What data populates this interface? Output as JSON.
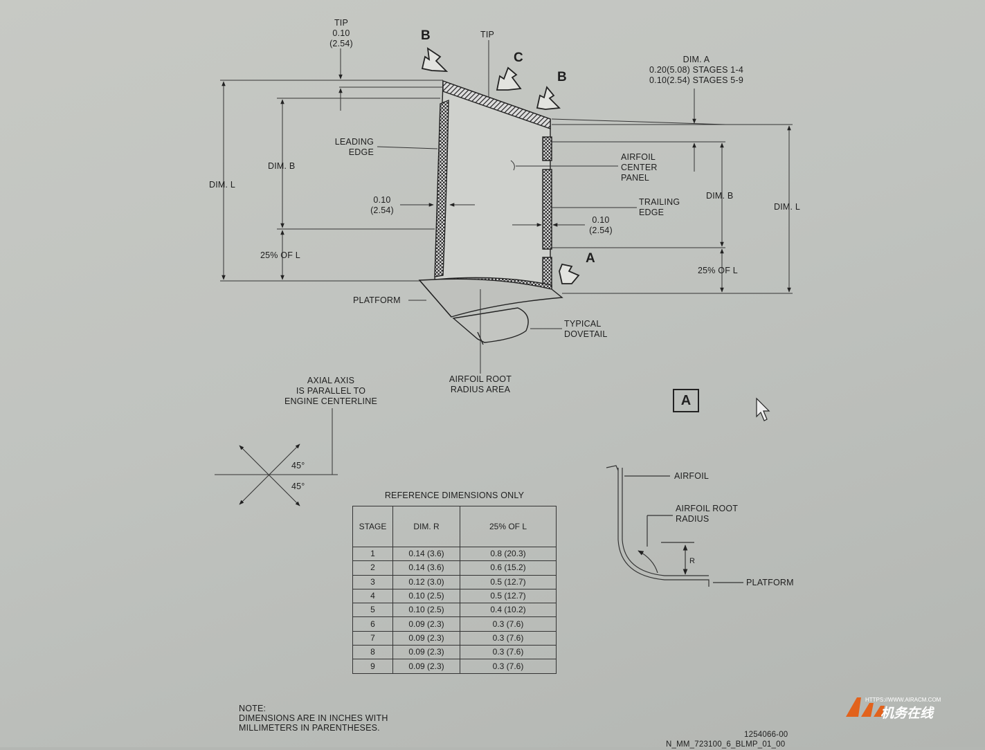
{
  "labels": {
    "tip_left": [
      "TIP",
      "0.10",
      "(2.54)"
    ],
    "tip_top": "TIP",
    "view_b": "B",
    "view_c": "C",
    "view_a": "A",
    "dim_a": [
      "DIM. A",
      "0.20(5.08) STAGES 1-4",
      "0.10(2.54) STAGES 5-9"
    ],
    "leading_edge": [
      "LEADING",
      "EDGE"
    ],
    "dim_b": "DIM. B",
    "dim_l": "DIM. L",
    "airfoil_center_panel": [
      "AIRFOIL",
      "CENTER",
      "PANEL"
    ],
    "thickness": [
      "0.10",
      "(2.54)"
    ],
    "trailing_edge": [
      "TRAILING",
      "EDGE"
    ],
    "quarter_l": "25% OF L",
    "platform": "PLATFORM",
    "typical_dovetail": [
      "TYPICAL",
      "DOVETAIL"
    ],
    "airfoil_root_radius_area": [
      "AIRFOIL ROOT",
      "RADIUS AREA"
    ],
    "axial_axis": [
      "AXIAL AXIS",
      "IS PARALLEL TO",
      "ENGINE CENTERLINE"
    ],
    "angle": "45°",
    "view_a_box": "A",
    "detail_airfoil": "AIRFOIL",
    "detail_root_radius": [
      "AIRFOIL ROOT",
      "RADIUS"
    ],
    "detail_r": "R",
    "detail_platform": "PLATFORM",
    "note": [
      "NOTE:",
      "DIMENSIONS ARE IN INCHES WITH",
      "MILLIMETERS IN PARENTHESES."
    ],
    "figure_id": "1254066-00",
    "doc_ref": "N_MM_723100_6_BLMP_01_00"
  },
  "table": {
    "title": "REFERENCE DIMENSIONS ONLY",
    "headers": [
      "STAGE",
      "DIM. R",
      "25% OF L"
    ],
    "rows": [
      [
        "1",
        "0.14 (3.6)",
        "0.8 (20.3)"
      ],
      [
        "2",
        "0.14 (3.6)",
        "0.6 (15.2)"
      ],
      [
        "3",
        "0.12 (3.0)",
        "0.5 (12.7)"
      ],
      [
        "4",
        "0.10 (2.5)",
        "0.5 (12.7)"
      ],
      [
        "5",
        "0.10 (2.5)",
        "0.4 (10.2)"
      ],
      [
        "6",
        "0.09 (2.3)",
        "0.3 (7.6)"
      ],
      [
        "7",
        "0.09 (2.3)",
        "0.3 (7.6)"
      ],
      [
        "8",
        "0.09 (2.3)",
        "0.3 (7.6)"
      ],
      [
        "9",
        "0.09 (2.3)",
        "0.3 (7.6)"
      ]
    ]
  },
  "watermark": {
    "url": "HTTPS://WWW.AIRACM.COM",
    "text": "机务在线"
  }
}
